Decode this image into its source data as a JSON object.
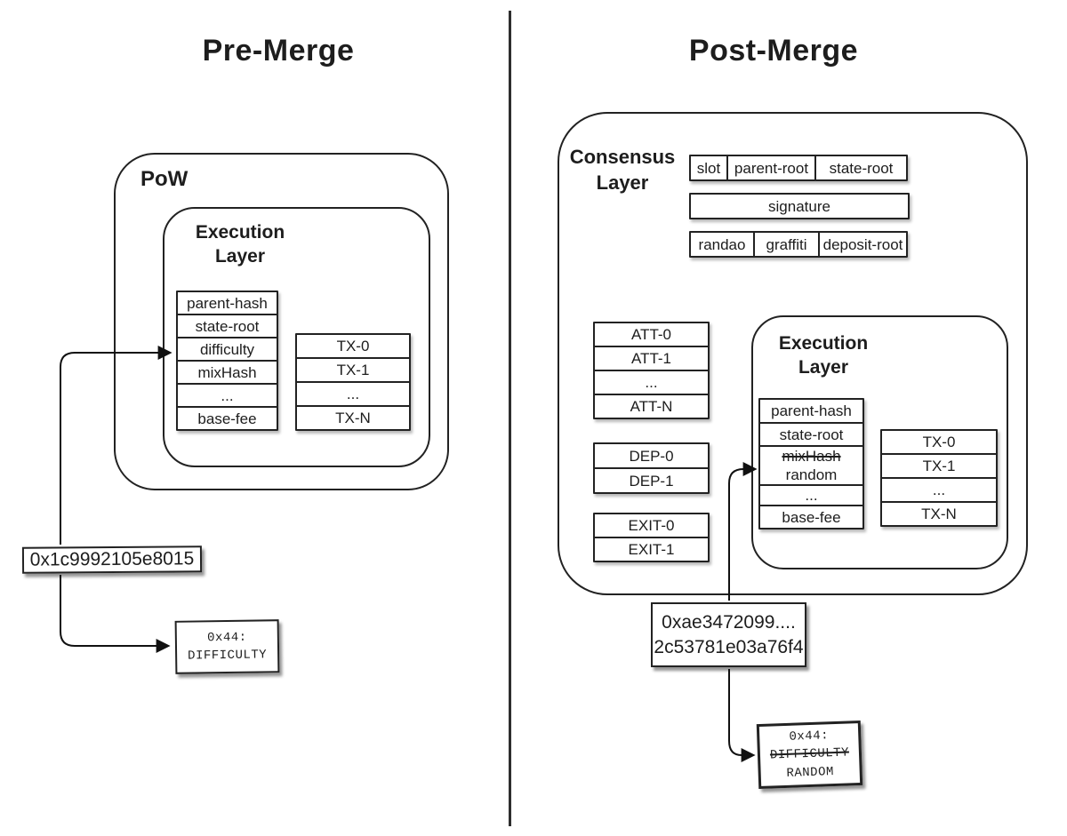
{
  "colors": {
    "ink": "#222222",
    "background": "#ffffff",
    "shadow": "#8f8f8f"
  },
  "left_panel": {
    "title": "Pre-Merge",
    "pow_label": "PoW",
    "execution_layer": {
      "line1": "Execution",
      "line2": "Layer"
    },
    "block_fields": [
      "parent-hash",
      "state-root",
      "difficulty",
      "mixHash",
      "...",
      "base-fee"
    ],
    "transactions": [
      "TX-0",
      "TX-1",
      "...",
      "TX-N"
    ],
    "difficulty_value": "0x1c9992105e8015",
    "storage_slot": {
      "address": "0x44:",
      "name": "DIFFICULTY"
    }
  },
  "right_panel": {
    "title": "Post-Merge",
    "consensus_layer": {
      "line1": "Consensus",
      "line2": "Layer"
    },
    "beacon_fields_row1": [
      "slot",
      "parent-root",
      "state-root"
    ],
    "signature_label": "signature",
    "beacon_fields_row2": [
      "randao",
      "graffiti",
      "deposit-root"
    ],
    "attestations": [
      "ATT-0",
      "ATT-1",
      "...",
      "ATT-N"
    ],
    "deposits": [
      "DEP-0",
      "DEP-1"
    ],
    "exits": [
      "EXIT-0",
      "EXIT-1"
    ],
    "execution_layer": {
      "line1": "Execution",
      "line2": "Layer"
    },
    "block_fields_top": [
      "parent-hash",
      "state-root"
    ],
    "mixhash_field": {
      "struck": "mixHash",
      "replacement": "random"
    },
    "block_fields_bottom": [
      "...",
      "base-fee"
    ],
    "transactions": [
      "TX-0",
      "TX-1",
      "...",
      "TX-N"
    ],
    "random_value": {
      "line1": "0xae3472099....",
      "line2": "2c53781e03a76f4"
    },
    "storage_slot": {
      "address": "0x44:",
      "struck_name": "DIFFICULTY",
      "name": "RANDOM"
    }
  }
}
